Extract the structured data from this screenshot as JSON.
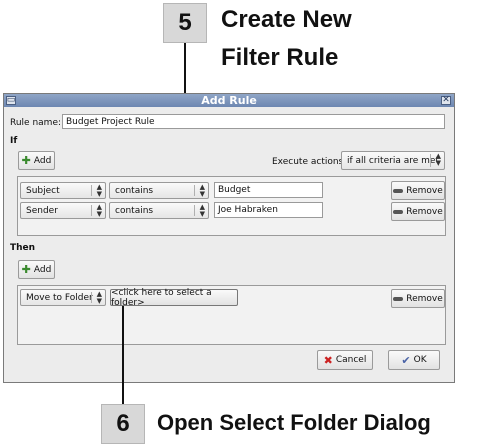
{
  "callouts": {
    "top": {
      "number": "5",
      "line1": "Create New",
      "line2": "Filter Rule"
    },
    "bottom": {
      "number": "6",
      "text": "Open Select Folder Dialog"
    }
  },
  "dialog": {
    "title": "Add Rule",
    "rule_name_label": "Rule name:",
    "rule_name_value": "Budget Project Rule",
    "if_label": "If",
    "add_label": "Add",
    "execute_actions_label": "Execute actions",
    "execute_actions_value": "if all criteria are met",
    "criteria": [
      {
        "field": "Subject",
        "operator": "contains",
        "value": "Budget",
        "remove_label": "Remove"
      },
      {
        "field": "Sender",
        "operator": "contains",
        "value": "Joe Habraken",
        "remove_label": "Remove"
      }
    ],
    "then_label": "Then",
    "then_add_label": "Add",
    "actions": [
      {
        "action": "Move to Folder",
        "folder_button": "<click here to select a folder>",
        "remove_label": "Remove"
      }
    ],
    "cancel_label": "Cancel",
    "ok_label": "OK"
  },
  "colors": {
    "titlebar": "#7b93bb",
    "window_bg": "#ececec",
    "callout_box": "#d8d8d8"
  }
}
